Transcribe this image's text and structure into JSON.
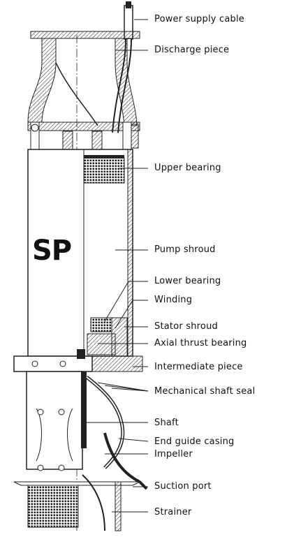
{
  "brand": "SP",
  "labels": [
    "Power supply cable",
    "Discharge piece",
    "Upper bearing",
    "Pump shroud",
    "Lower bearing",
    "Winding",
    "Stator shroud",
    "Axial thrust bearing",
    "Intermediate piece",
    "Mechanical shaft seal",
    "Shaft",
    "End guide casing",
    "Impeller",
    "Suction port",
    "Strainer"
  ]
}
